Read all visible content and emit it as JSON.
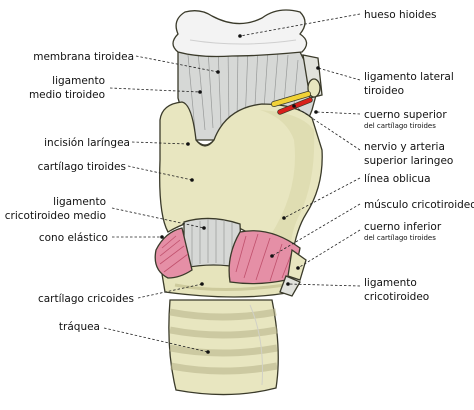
{
  "colors": {
    "cartilage": "#e8e6c0",
    "cartilage_shade": "#d9d6a8",
    "ligament": "#d6d8d6",
    "hyoid": "#f2f2f2",
    "muscle": "#e58fa6",
    "nerve": "#f1d237",
    "artery": "#d8201c"
  },
  "labels": {
    "left": {
      "membrana_tiroidea": "membrana tiroidea",
      "ligamento_medio_1": "ligamento",
      "ligamento_medio_2": "medio tiroideo",
      "incision": "incisión laríngea",
      "cartilago_tiroides": "cartílago tiroides",
      "ligamento_crico_1": "ligamento",
      "ligamento_crico_2": "cricotiroideo medio",
      "cono": "cono elástico",
      "cricoides": "cartílago cricoides",
      "traquea": "tráquea"
    },
    "right": {
      "hueso_hioides": "hueso hioides",
      "lig_lateral_1": "ligamento lateral",
      "lig_lateral_2": "tiroideo",
      "cuerno_sup_1": "cuerno superior",
      "cuerno_sup_2": "del cartílago tiroides",
      "nervio_1": "nervio y arteria",
      "nervio_2": "superior laringeo",
      "linea": "línea oblicua",
      "musculo": "músculo cricotiroideo",
      "cuerno_inf_1": "cuerno inferior",
      "cuerno_inf_2": "del cartílago tiroides",
      "lig_crico_1": "ligamento",
      "lig_crico_2": "cricotiroideo"
    }
  }
}
